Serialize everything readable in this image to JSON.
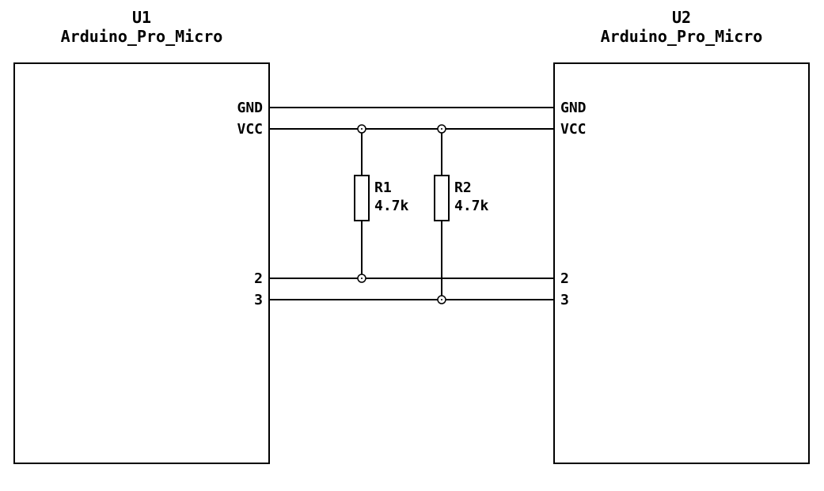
{
  "schematic": {
    "components": {
      "u1": {
        "ref": "U1",
        "value": "Arduino_Pro_Micro",
        "pins": {
          "gnd": "GND",
          "vcc": "VCC",
          "p2": "2",
          "p3": "3"
        }
      },
      "u2": {
        "ref": "U2",
        "value": "Arduino_Pro_Micro",
        "pins": {
          "gnd": "GND",
          "vcc": "VCC",
          "p2": "2",
          "p3": "3"
        }
      },
      "r1": {
        "ref": "R1",
        "value": "4.7k"
      },
      "r2": {
        "ref": "R2",
        "value": "4.7k"
      }
    },
    "colors": {
      "stroke": "#000000",
      "background": "#ffffff"
    }
  }
}
